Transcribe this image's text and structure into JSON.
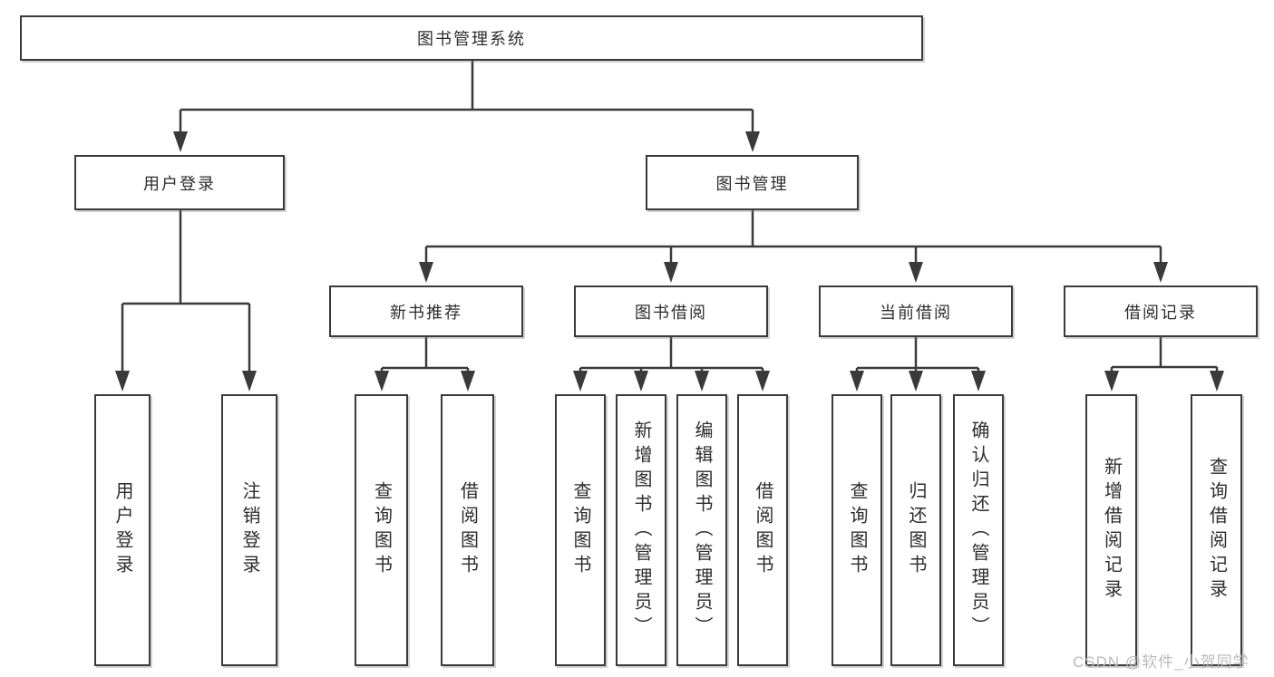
{
  "diagram": {
    "root": {
      "label": "图书管理系统",
      "children": [
        {
          "label": "用户登录",
          "children": [
            {
              "label": "用户登录"
            },
            {
              "label": "注销登录"
            }
          ]
        },
        {
          "label": "图书管理",
          "children": [
            {
              "label": "新书推荐",
              "children": [
                {
                  "label": "查询图书"
                },
                {
                  "label": "借阅图书"
                }
              ]
            },
            {
              "label": "图书借阅",
              "children": [
                {
                  "label": "查询图书"
                },
                {
                  "label": "新增图书（管理员）"
                },
                {
                  "label": "编辑图书（管理员）"
                },
                {
                  "label": "借阅图书"
                }
              ]
            },
            {
              "label": "当前借阅",
              "children": [
                {
                  "label": "查询图书"
                },
                {
                  "label": "归还图书"
                },
                {
                  "label": "确认归还（管理员）"
                }
              ]
            },
            {
              "label": "借阅记录",
              "children": [
                {
                  "label": "新增借阅记录"
                },
                {
                  "label": "查询借阅记录"
                }
              ]
            }
          ]
        }
      ]
    },
    "watermark": "CSDN @软件_小贺同学",
    "colors": {
      "line": "#3a3a3a",
      "text": "#2d2d2d",
      "watermark": "#bab5b5",
      "background": "#ffffff"
    }
  }
}
